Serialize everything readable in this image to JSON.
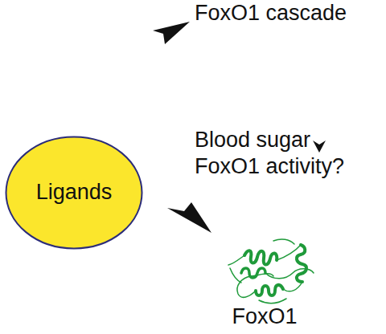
{
  "diagram": {
    "nodes": [
      {
        "text": [
          "Ligands"
        ]
      }
    ],
    "labels": [
      "FoxO1 cascade",
      "Blood sugar",
      "FoxO1 activity?",
      "FoxO1"
    ]
  }
}
